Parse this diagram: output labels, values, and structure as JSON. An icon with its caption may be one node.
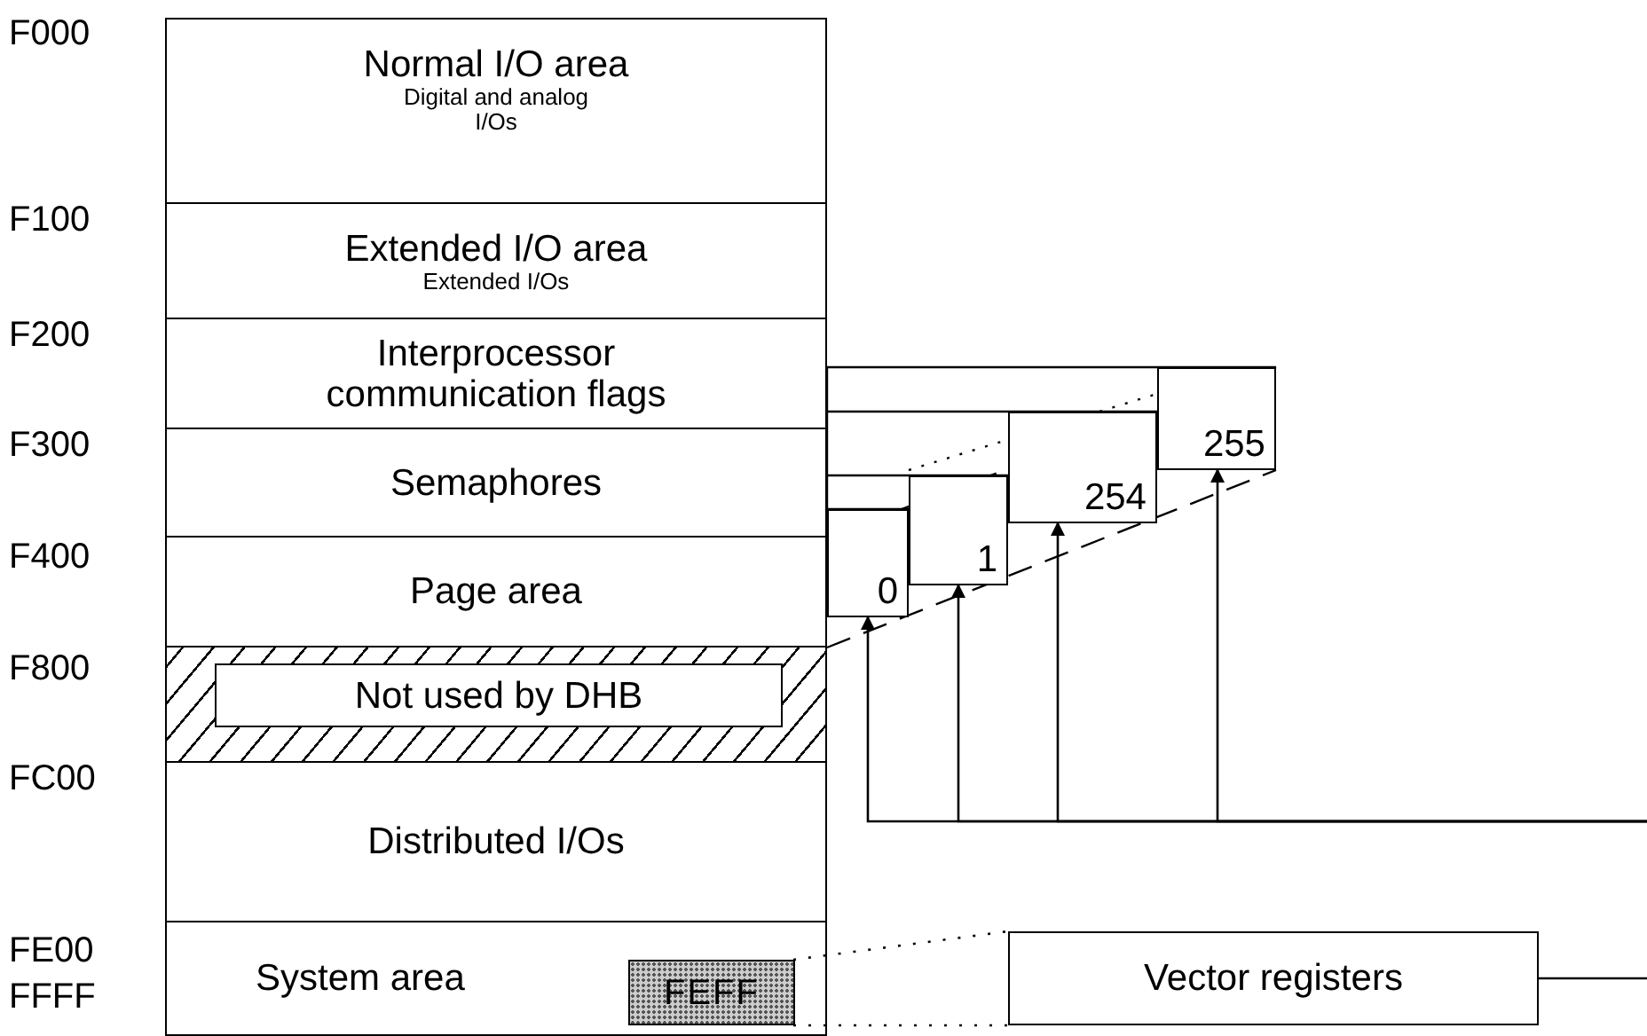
{
  "diagram": {
    "nodes": [
      {
        "text": [
          "Normal I/O area",
          "Digital and analog I/Os"
        ]
      },
      {
        "text": [
          "Extended I/O area",
          "Extended I/Os"
        ]
      },
      {
        "text": [
          "Interprocessor communication flags"
        ]
      },
      {
        "text": [
          "Semaphores"
        ]
      },
      {
        "text": [
          "Page area"
        ]
      },
      {
        "text": [],
        "shape": "box"
      },
      {
        "text": [
          "Not used by DHB"
        ],
        "in": 5
      },
      {
        "text": [
          "Distributed I/Os"
        ]
      },
      {
        "text": [
          "System area"
        ]
      },
      {
        "text": [
          "FEFF"
        ],
        "in": 8
      },
      {
        "text": [
          "0"
        ]
      },
      {
        "text": [
          "1"
        ]
      },
      {
        "text": [
          "254"
        ]
      },
      {
        "text": [
          "255"
        ]
      },
      {
        "text": [
          "Vector registers"
        ]
      }
    ],
    "edges": [
      {
        "from": null,
        "to": 10,
        "arrow": "to"
      },
      {
        "from": null,
        "to": 11,
        "arrow": "to"
      },
      {
        "from": null,
        "to": 12,
        "arrow": "to"
      },
      {
        "from": null,
        "to": 13,
        "arrow": "to"
      },
      {
        "from": 9,
        "to": 14,
        "arrow": "none",
        "style": "dashed"
      },
      {
        "from": 14,
        "to": null,
        "arrow": "none"
      }
    ],
    "labels": [
      "F000",
      "F100",
      "F200",
      "F300",
      "F400",
      "F800",
      "FC00",
      "FE00",
      "FFFF"
    ]
  }
}
